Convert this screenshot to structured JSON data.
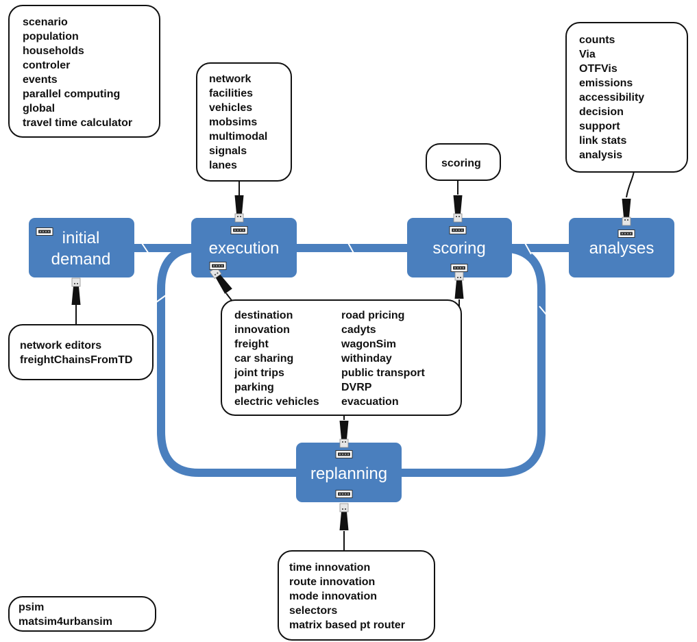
{
  "colors": {
    "stage": "#4a7fbe",
    "loop": "#4a7fbe",
    "box_border": "#111111",
    "box_fill": "#ffffff",
    "cable": "#111111",
    "plug_metal": "#c8c8c8"
  },
  "stages": {
    "initial_demand": [
      "initial",
      "demand"
    ],
    "execution": "execution",
    "scoring": "scoring",
    "analyses": "analyses",
    "replanning": "replanning"
  },
  "boxes": {
    "core": [
      "scenario",
      "population",
      "households",
      "controler",
      "events",
      "parallel computing",
      "global",
      "travel time calculator"
    ],
    "execution_modules": [
      "network",
      "facilities",
      "vehicles",
      "mobsims",
      "multimodal",
      "signals",
      "lanes"
    ],
    "scoring_modules": [
      "scoring"
    ],
    "analysis_modules": [
      "counts",
      "Via",
      "OTFVis",
      "emissions",
      "accessibility",
      "decision",
      "support",
      "link stats",
      "analysis"
    ],
    "demand_modules": [
      "network editors",
      "freightChainsFromTD"
    ],
    "center_left": [
      "destination",
      "innovation",
      "freight",
      "car sharing",
      "joint trips",
      "parking",
      "electric vehicles"
    ],
    "center_right": [
      "road pricing",
      "cadyts",
      "wagonSim",
      "withinday",
      "public transport",
      "DVRP",
      "evacuation"
    ],
    "replanning_modules": [
      "time innovation",
      "route innovation",
      "mode innovation",
      "selectors",
      "matrix based pt router"
    ],
    "other": [
      "psim",
      "matsim4urbansim"
    ]
  }
}
